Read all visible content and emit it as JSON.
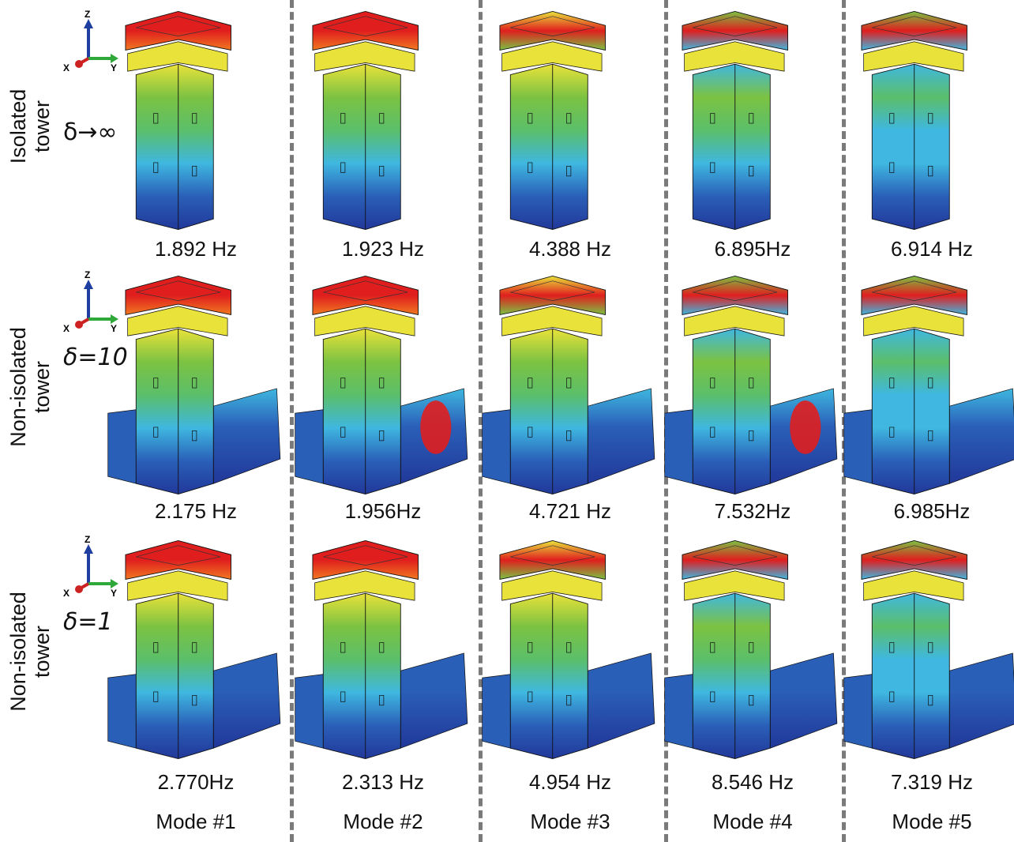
{
  "rows": [
    {
      "label": "Isolated\ntower",
      "delta": "δ→∞",
      "delta_italic": false,
      "frequencies": [
        "1.892 Hz",
        "1.923 Hz",
        "4.388 Hz",
        "6.895Hz",
        "6.914 Hz"
      ],
      "has_wall": false
    },
    {
      "label": "Non-isolated\ntower",
      "delta": "δ=10",
      "delta_italic": true,
      "frequencies": [
        "2.175 Hz",
        "1.956Hz",
        "4.721 Hz",
        "7.532Hz",
        "6.985Hz"
      ],
      "has_wall": true
    },
    {
      "label": "Non-isolated\ntower",
      "delta": "δ=1",
      "delta_italic": true,
      "frequencies": [
        "2.770Hz",
        "2.313 Hz",
        "4.954 Hz",
        "8.546 Hz",
        "7.319 Hz"
      ],
      "has_wall": true
    }
  ],
  "modes": [
    "Mode #1",
    "Mode #2",
    "Mode #3",
    "Mode #4",
    "Mode #5"
  ],
  "axes": {
    "z": "Z",
    "x": "X",
    "y": "Y",
    "colors": {
      "z": "#1f3fa0",
      "x": "#cc2222",
      "y": "#2fa83a"
    }
  },
  "colors": {
    "red": "#e01e1e",
    "orange": "#f07820",
    "yellow": "#e9e23a",
    "green": "#7cc242",
    "ltgreen": "#5bbf6a",
    "cyan": "#3fb7e0",
    "blue": "#2a5fb8",
    "dkblue": "#21389a",
    "divider": "#7a7a7a"
  }
}
